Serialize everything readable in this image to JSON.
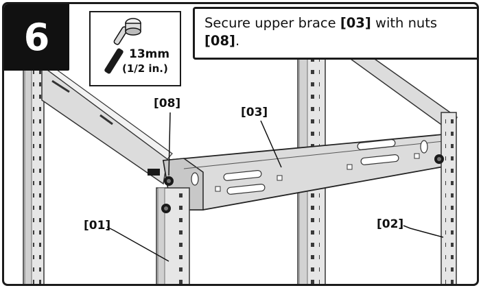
{
  "step": {
    "number": "6"
  },
  "tool": {
    "icon": "socket-wrench-icon",
    "size_metric": "13mm",
    "size_imperial": "(1/2 in.)"
  },
  "instruction": {
    "part1": "Secure upper brace ",
    "brace_ref": "[03]",
    "part2": " with nuts ",
    "nut_ref": "[08]",
    "part3": "."
  },
  "callouts": {
    "nuts": "[08]",
    "brace": "[03]",
    "post_left": "[01]",
    "post_right": "[02]"
  }
}
